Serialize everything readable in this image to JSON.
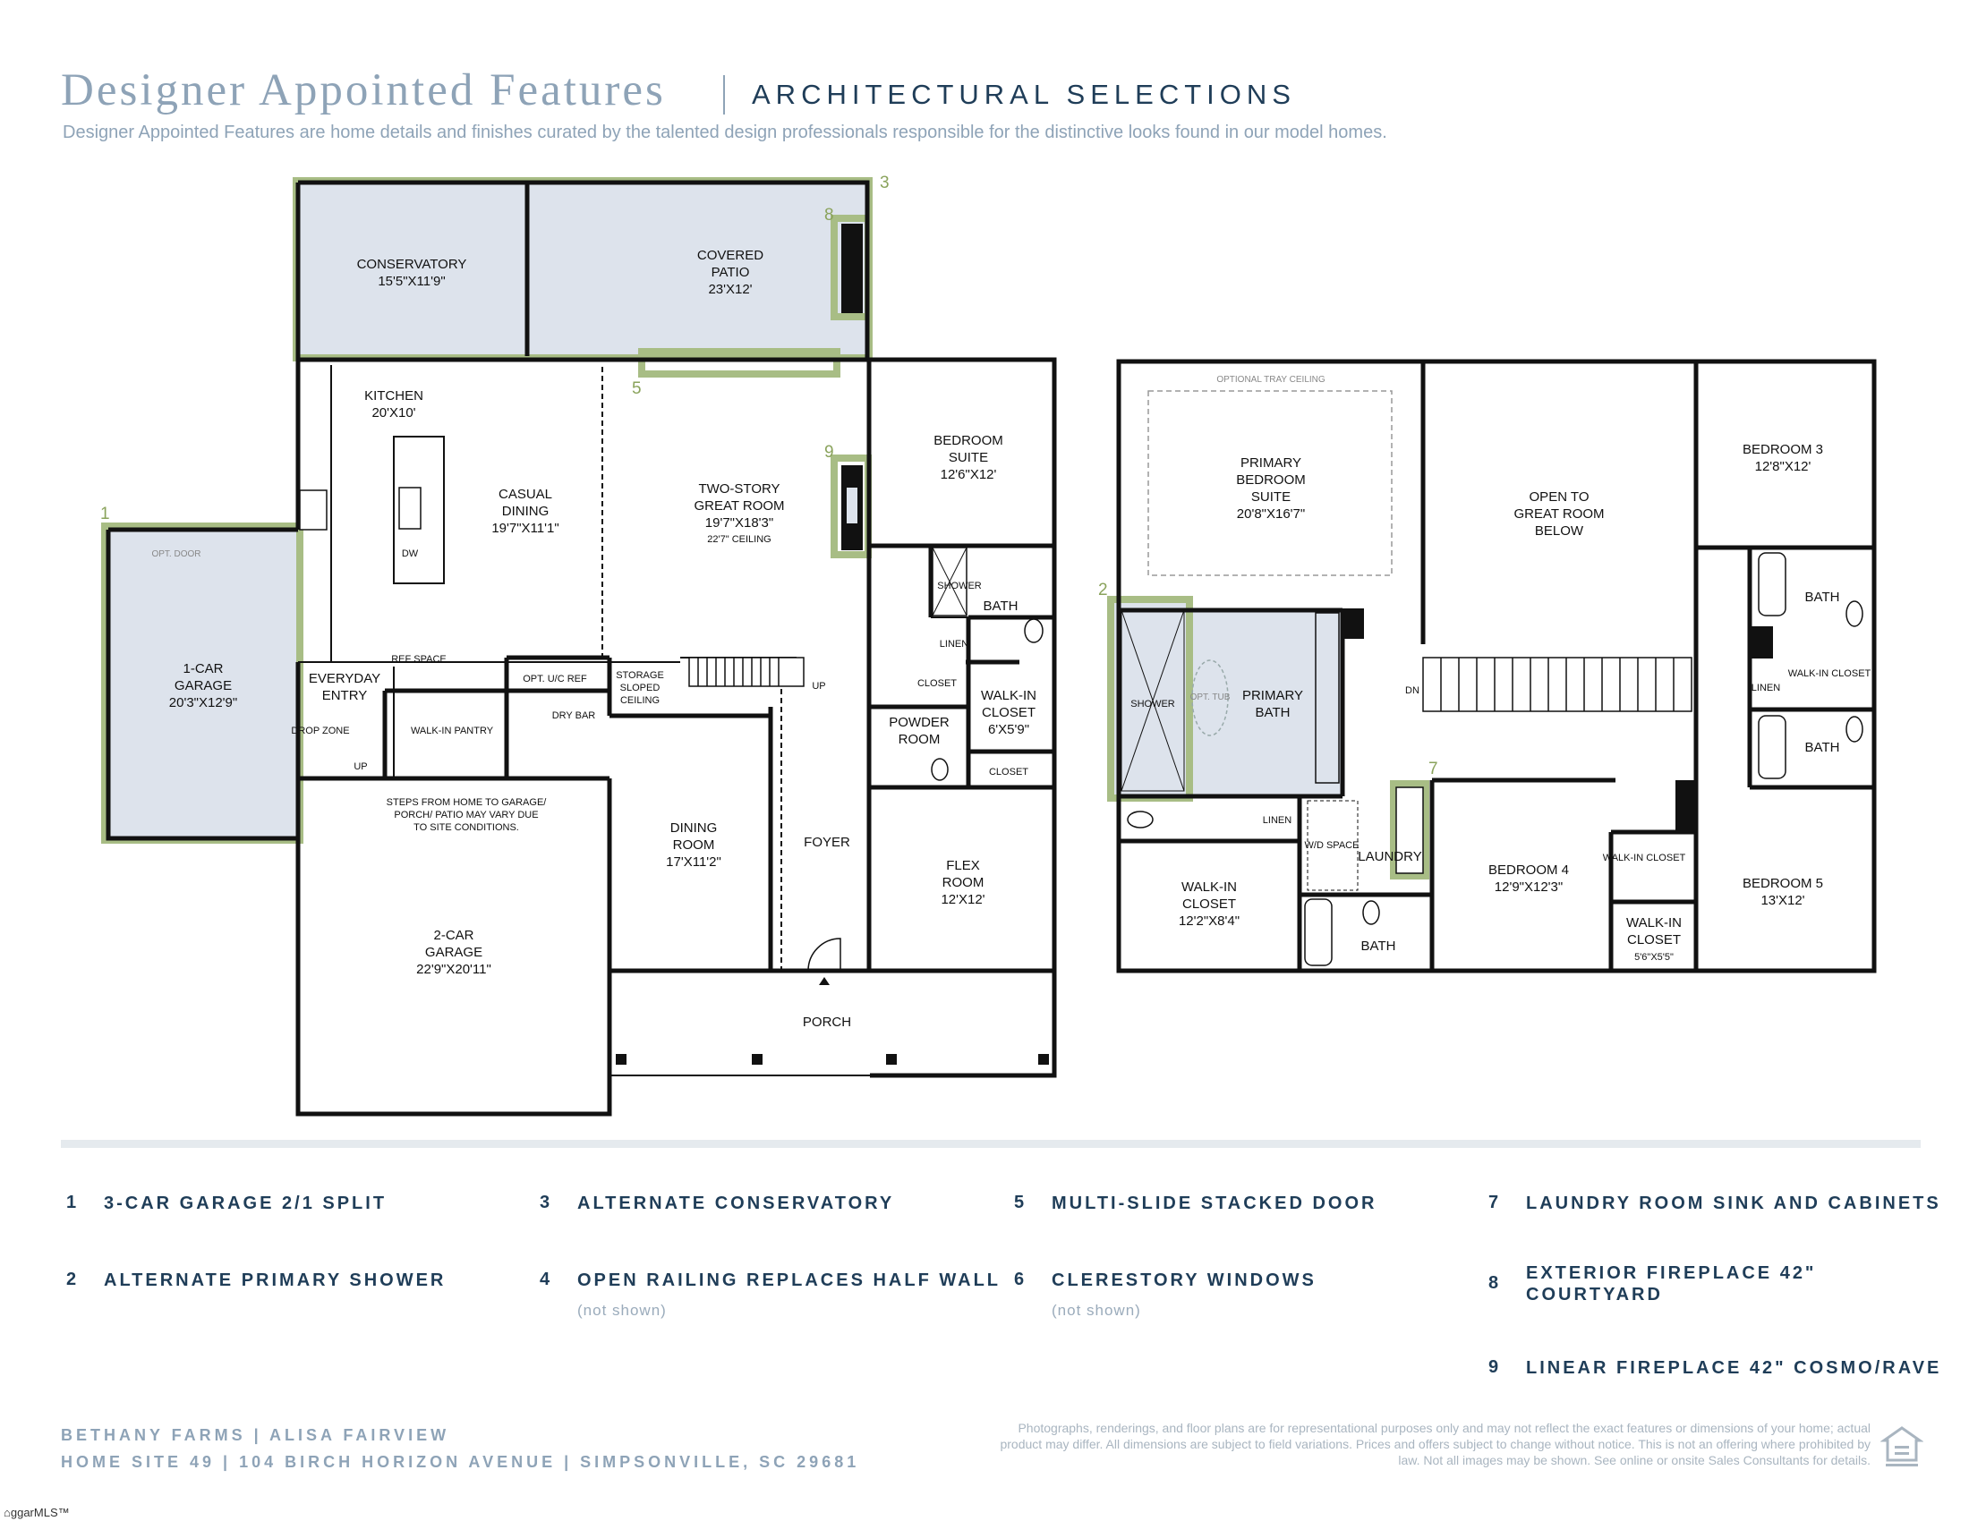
{
  "header": {
    "title": "Designer Appointed Features",
    "subtitle": "ARCHITECTURAL SELECTIONS",
    "description": "Designer Appointed Features are home details and finishes curated by the talented design professionals responsible for the distinctive looks found in our model homes."
  },
  "first_floor": {
    "conservatory": {
      "name": "CONSERVATORY",
      "dims": "15'5\"X11'9\""
    },
    "covered_patio": {
      "name": "COVERED",
      "name2": "PATIO",
      "dims": "23'X12'"
    },
    "kitchen": {
      "name": "KITCHEN",
      "dims": "20'X10'"
    },
    "casual_dining": {
      "name": "CASUAL",
      "name2": "DINING",
      "dims": "19'7\"X11'1\""
    },
    "great_room": {
      "name": "TWO-STORY",
      "name2": "GREAT ROOM",
      "dims": "19'7\"X18'3\"",
      "ceiling": "22'7\" CEILING"
    },
    "bedroom_suite": {
      "name": "BEDROOM",
      "name2": "SUITE",
      "dims": "12'6\"X12'"
    },
    "garage_1car": {
      "name": "1-CAR",
      "name2": "GARAGE",
      "dims": "20'3\"X12'9\""
    },
    "opt_door": "OPT. DOOR",
    "dw": "DW",
    "ref_space": "REF SPACE",
    "everyday_entry": {
      "name": "EVERYDAY",
      "name2": "ENTRY"
    },
    "drop_zone": "DROP ZONE",
    "walk_in_pantry": "WALK-IN PANTRY",
    "opt_uc_ref": "OPT. U/C REF",
    "dry_bar": "DRY BAR",
    "storage": {
      "l1": "STORAGE",
      "l2": "SLOPED",
      "l3": "CEILING"
    },
    "up": "UP",
    "shower": "SHOWER",
    "bath": "BATH",
    "linen": "LINEN",
    "closet": "CLOSET",
    "walk_in_closet": {
      "name": "WALK-IN",
      "name2": "CLOSET",
      "dims": "6'X5'9\""
    },
    "powder_room": {
      "name": "POWDER",
      "name2": "ROOM"
    },
    "dining_room": {
      "name": "DINING",
      "name2": "ROOM",
      "dims": "17'X11'2\""
    },
    "foyer": "FOYER",
    "flex_room": {
      "name": "FLEX",
      "name2": "ROOM",
      "dims": "12'X12'"
    },
    "steps_note": {
      "l1": "STEPS FROM HOME TO GARAGE/",
      "l2": "PORCH/ PATIO MAY VARY DUE",
      "l3": "TO SITE CONDITIONS."
    },
    "garage_2car": {
      "name": "2-CAR",
      "name2": "GARAGE",
      "dims": "22'9\"X20'11\""
    },
    "porch": "PORCH"
  },
  "second_floor": {
    "tray_ceiling": "OPTIONAL TRAY CEILING",
    "primary_suite": {
      "l1": "PRIMARY",
      "l2": "BEDROOM",
      "l3": "SUITE",
      "dims": "20'8\"X16'7\""
    },
    "open_to": {
      "l1": "OPEN TO",
      "l2": "GREAT ROOM",
      "l3": "BELOW"
    },
    "bedroom3": {
      "name": "BEDROOM 3",
      "dims": "12'8\"X12'"
    },
    "bath": "BATH",
    "walk_in_closet": "WALK-IN CLOSET",
    "linen": "LINEN",
    "dn": "DN",
    "shower": "SHOWER",
    "opt_tub": "OPT. TUB",
    "primary_bath": {
      "name": "PRIMARY",
      "name2": "BATH"
    },
    "primary_wic": {
      "name": "WALK-IN",
      "name2": "CLOSET",
      "dims": "12'2\"X8'4\""
    },
    "wd_space": "W/D SPACE",
    "laundry": "LAUNDRY",
    "bedroom4": {
      "name": "BEDROOM 4",
      "dims": "12'9\"X12'3\""
    },
    "wic_small": {
      "name": "WALK-IN",
      "name2": "CLOSET",
      "dims": "5'6\"X5'5\""
    },
    "bedroom5": {
      "name": "BEDROOM 5",
      "dims": "13'X12'"
    }
  },
  "markers": [
    "1",
    "2",
    "3",
    "5",
    "7",
    "8",
    "9"
  ],
  "features": [
    {
      "num": "1",
      "text": "3-CAR GARAGE 2/1 SPLIT"
    },
    {
      "num": "2",
      "text": "ALTERNATE PRIMARY SHOWER"
    },
    {
      "num": "3",
      "text": "ALTERNATE CONSERVATORY"
    },
    {
      "num": "4",
      "text": "OPEN RAILING REPLACES HALF WALL",
      "note": "(not shown)"
    },
    {
      "num": "5",
      "text": "MULTI-SLIDE STACKED DOOR"
    },
    {
      "num": "6",
      "text": "CLERESTORY WINDOWS",
      "note": "(not shown)"
    },
    {
      "num": "7",
      "text": "LAUNDRY ROOM SINK AND CABINETS"
    },
    {
      "num": "8",
      "text": "EXTERIOR FIREPLACE 42\"",
      "text2": "COURTYARD"
    },
    {
      "num": "9",
      "text": "LINEAR FIREPLACE 42\" COSMO/RAVE"
    }
  ],
  "footer": {
    "line1": "BETHANY FARMS  |  ALISA FAIRVIEW",
    "line2": "HOME SITE 49  |  104 BIRCH HORIZON AVENUE  |  SIMPSONVILLE, SC 29681",
    "disclaimer": "Photographs, renderings, and floor plans are for representational purposes only and may not reflect the exact features or dimensions of your home; actual product may differ. All dimensions are subject to field variations. Prices and offers subject to change without notice. This is not an offering where prohibited by law. Not all images may be shown. See online or onsite Sales Consultants for details.",
    "watermark": "ggarMLS™"
  },
  "colors": {
    "highlight": "#8aa35c",
    "room_fill": "#dde3ec",
    "wall": "#111111",
    "title": "#8ea3b7",
    "navy": "#1f3d58"
  }
}
